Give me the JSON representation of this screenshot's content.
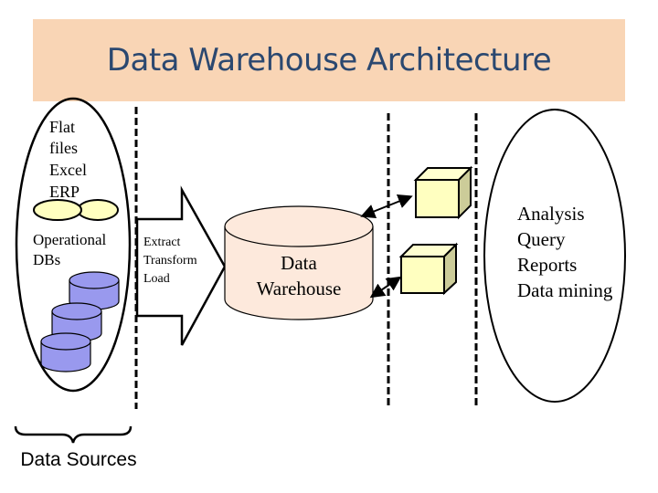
{
  "title": "Data Warehouse Architecture",
  "colors": {
    "title_bg": "#f9d5b5",
    "title_text": "#2b4870",
    "source_db_fill": "#9999ee",
    "file_ellipse_fill": "#ffffc0",
    "warehouse_fill": "#fde9dc",
    "cube_front": "#ffffc0",
    "cube_side": "#cccc99"
  },
  "sources": {
    "file_types": [
      "Flat",
      "files",
      "Excel",
      "ERP"
    ],
    "operational_label": [
      "Operational",
      "DBs"
    ],
    "caption": "Data Sources"
  },
  "etl": {
    "steps": [
      "Extract",
      "Transform",
      "Load"
    ]
  },
  "warehouse": {
    "label": [
      "Data",
      "Warehouse"
    ]
  },
  "tools": {
    "items": [
      "Analysis",
      "Query",
      "Reports",
      "Data mining"
    ]
  }
}
